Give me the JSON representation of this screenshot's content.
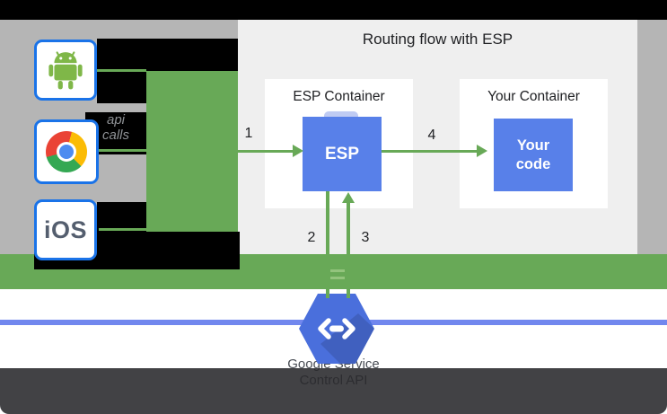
{
  "diagram": {
    "title": "Routing flow with ESP",
    "clients": {
      "android_icon": "android-robot-icon",
      "chrome_icon": "chrome-browser-icon",
      "ios_label": "iOS"
    },
    "api_calls": {
      "line1": "api",
      "line2": "calls"
    },
    "flow": {
      "esp_container_label": "ESP Container",
      "esp_label": "ESP",
      "your_container_label": "Your Container",
      "your_code_label": "Your code",
      "steps": {
        "s1": "1",
        "s2": "2",
        "s3": "3",
        "s4": "4"
      }
    },
    "service": {
      "line1": "Google Service",
      "line2": "Control API"
    },
    "icons": {
      "endpoints": "endpoints-hexagon-icon",
      "code": "code-angle-brackets-icon"
    },
    "colors": {
      "green": "#68a957",
      "blue_box": "#5880e9",
      "hexagon_blue": "#4a6fdc",
      "blue_line": "#7187ee",
      "client_border_blue": "#1a73e8",
      "background_gray": "#b5b5b5",
      "panel_gray": "#efefef"
    }
  }
}
